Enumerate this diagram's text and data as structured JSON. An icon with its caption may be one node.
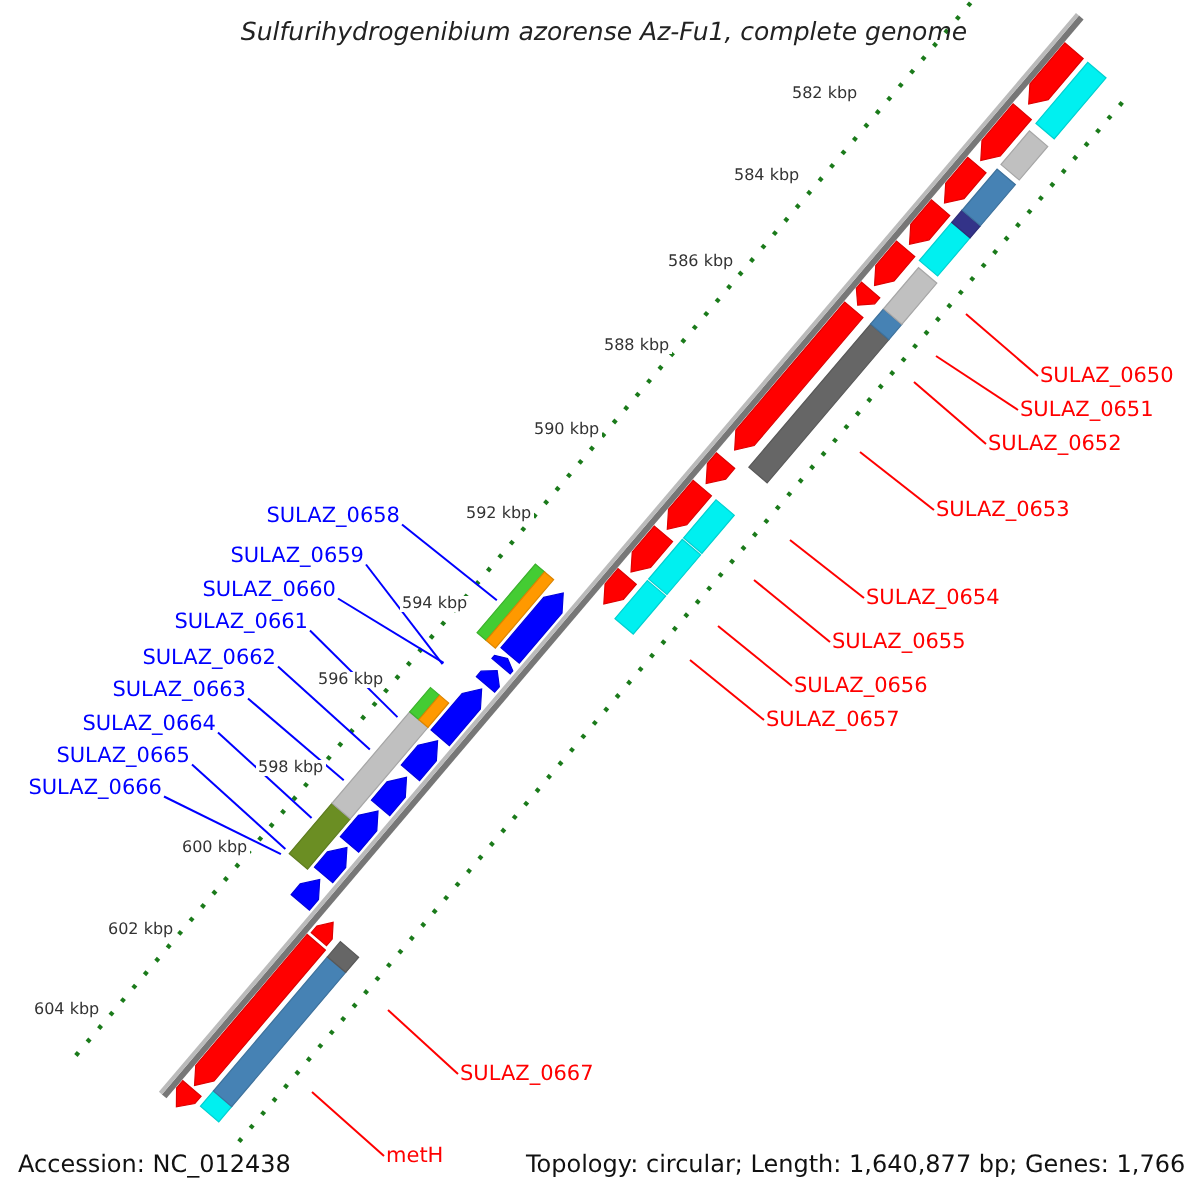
{
  "diagram": {
    "title": "Sulfurihydrogenibium azorense Az-Fu1, complete genome",
    "nodes": [
      {
        "text": [
          "SULAZ_0650"
        ]
      },
      {
        "text": [
          "SULAZ_0651"
        ]
      },
      {
        "text": [
          "SULAZ_0652"
        ]
      },
      {
        "text": [
          "SULAZ_0653"
        ]
      },
      {
        "text": [
          "SULAZ_0654"
        ]
      },
      {
        "text": [
          "SULAZ_0655"
        ]
      },
      {
        "text": [
          "SULAZ_0656"
        ]
      },
      {
        "text": [
          "SULAZ_0657"
        ]
      },
      {
        "text": [
          "SULAZ_0658"
        ]
      },
      {
        "text": [
          "SULAZ_0659"
        ]
      },
      {
        "text": [
          "SULAZ_0660"
        ]
      },
      {
        "text": [
          "SULAZ_0661"
        ]
      },
      {
        "text": [
          "SULAZ_0662"
        ]
      },
      {
        "text": [
          "SULAZ_0663"
        ]
      },
      {
        "text": [
          "SULAZ_0664"
        ]
      },
      {
        "text": [
          "SULAZ_0665"
        ]
      },
      {
        "text": [
          "SULAZ_0666"
        ]
      },
      {
        "text": [
          "SULAZ_0667"
        ]
      },
      {
        "text": [
          "metH"
        ]
      }
    ],
    "edges": [
      {
        "from": 0,
        "to": null,
        "arrow": "none"
      },
      {
        "from": 1,
        "to": null,
        "arrow": "none"
      },
      {
        "from": 2,
        "to": null,
        "arrow": "none"
      },
      {
        "from": 3,
        "to": null,
        "arrow": "none"
      },
      {
        "from": 4,
        "to": null,
        "arrow": "none"
      },
      {
        "from": 5,
        "to": null,
        "arrow": "none"
      },
      {
        "from": 6,
        "to": null,
        "arrow": "none"
      },
      {
        "from": 7,
        "to": null,
        "arrow": "none"
      },
      {
        "from": 8,
        "to": null,
        "arrow": "none",
        "color": "#0000ff"
      },
      {
        "from": 9,
        "to": null,
        "arrow": "none",
        "color": "#0000ff"
      },
      {
        "from": 10,
        "to": null,
        "arrow": "none",
        "color": "#0000ff"
      },
      {
        "from": 11,
        "to": null,
        "arrow": "none",
        "color": "#0000ff"
      },
      {
        "from": 12,
        "to": null,
        "arrow": "none",
        "color": "#0000ff"
      },
      {
        "from": 13,
        "to": null,
        "arrow": "none",
        "color": "#0000ff"
      },
      {
        "from": 14,
        "to": null,
        "arrow": "none",
        "color": "#0000ff"
      },
      {
        "from": 15,
        "to": null,
        "arrow": "none",
        "color": "#0000ff"
      },
      {
        "from": 16,
        "to": null,
        "arrow": "none",
        "color": "#0000ff"
      },
      {
        "from": 17,
        "to": null,
        "arrow": "none"
      },
      {
        "from": 18,
        "to": null,
        "arrow": "none"
      }
    ],
    "labels": [
      "582 kbp",
      "584 kbp",
      "586 kbp",
      "588 kbp",
      "590 kbp",
      "592 kbp",
      "594 kbp",
      "596 kbp",
      "598 kbp",
      "600 kbp",
      "602 kbp",
      "604 kbp",
      "Accession: NC_012438",
      "Topology: circular; Length: 1,640,877 bp; Genes: 1,766"
    ]
  }
}
